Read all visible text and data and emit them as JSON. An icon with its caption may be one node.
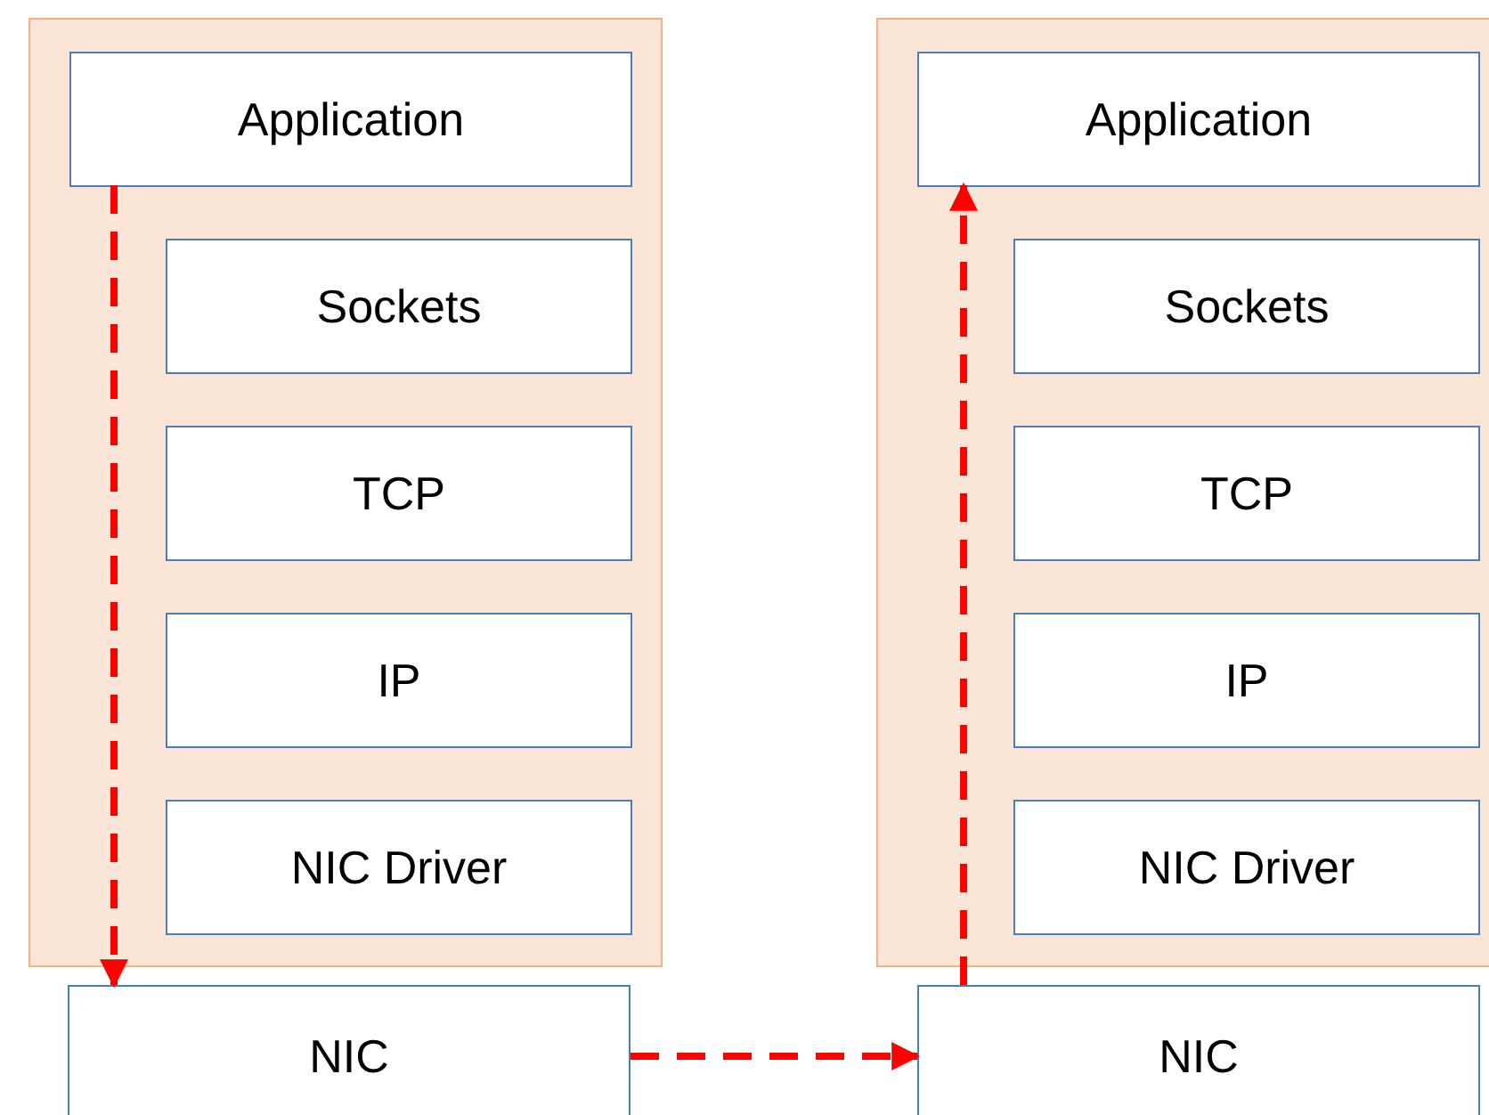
{
  "diagram": {
    "nodes": [
      {
        "text": [],
        "shape": "box"
      },
      {
        "text": [
          "Application"
        ],
        "in": 0
      },
      {
        "text": [
          "Sockets"
        ],
        "in": 0
      },
      {
        "text": [
          "TCP"
        ],
        "in": 0
      },
      {
        "text": [
          "IP"
        ],
        "in": 0
      },
      {
        "text": [
          "NIC Driver"
        ],
        "in": 0
      },
      {
        "text": [],
        "shape": "box"
      },
      {
        "text": [
          "Application"
        ],
        "in": 6
      },
      {
        "text": [
          "Sockets"
        ],
        "in": 6
      },
      {
        "text": [
          "TCP"
        ],
        "in": 6
      },
      {
        "text": [
          "IP"
        ],
        "in": 6
      },
      {
        "text": [
          "NIC Driver"
        ],
        "in": 6
      },
      {
        "text": [
          "NIC"
        ]
      },
      {
        "text": [
          "NIC"
        ]
      }
    ],
    "edges": [
      {
        "from": 1,
        "to": 12,
        "arrow": "to",
        "style": "dashed"
      },
      {
        "from": 12,
        "to": 13,
        "arrow": "to",
        "style": "dashed"
      },
      {
        "from": 13,
        "to": 7,
        "arrow": "to",
        "style": "dashed"
      }
    ]
  }
}
